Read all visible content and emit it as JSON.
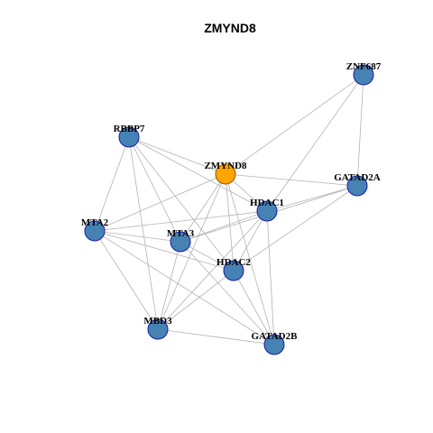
{
  "title": "ZMYND8",
  "colors": {
    "node_fill": "#4682b4",
    "node_border": "#1a1aa8",
    "focus_fill": "#ffa500",
    "focus_border": "#8b5a00",
    "edge": "#b3b3b3"
  },
  "focus_node": "ZMYND8",
  "nodes": [
    {
      "id": "ZNF687",
      "label": "ZNF687"
    },
    {
      "id": "RBBP7",
      "label": "RBBP7"
    },
    {
      "id": "ZMYND8",
      "label": "ZMYND8"
    },
    {
      "id": "GATAD2A",
      "label": "GATAD2A"
    },
    {
      "id": "HDAC1",
      "label": "HDAC1"
    },
    {
      "id": "MTA2",
      "label": "MTA2"
    },
    {
      "id": "MTA3",
      "label": "MTA3"
    },
    {
      "id": "HDAC2",
      "label": "HDAC2"
    },
    {
      "id": "MBD3",
      "label": "MBD3"
    },
    {
      "id": "GATAD2B",
      "label": "GATAD2B"
    }
  ],
  "edges": [
    [
      "ZNF687",
      "ZMYND8"
    ],
    [
      "ZNF687",
      "GATAD2A"
    ],
    [
      "ZNF687",
      "HDAC1"
    ],
    [
      "RBBP7",
      "ZMYND8"
    ],
    [
      "RBBP7",
      "HDAC1"
    ],
    [
      "RBBP7",
      "MTA2"
    ],
    [
      "RBBP7",
      "MTA3"
    ],
    [
      "RBBP7",
      "HDAC2"
    ],
    [
      "RBBP7",
      "MBD3"
    ],
    [
      "ZMYND8",
      "GATAD2A"
    ],
    [
      "ZMYND8",
      "HDAC1"
    ],
    [
      "ZMYND8",
      "MTA2"
    ],
    [
      "ZMYND8",
      "MTA3"
    ],
    [
      "ZMYND8",
      "HDAC2"
    ],
    [
      "ZMYND8",
      "MBD3"
    ],
    [
      "ZMYND8",
      "GATAD2B"
    ],
    [
      "GATAD2A",
      "HDAC1"
    ],
    [
      "GATAD2A",
      "MTA3"
    ],
    [
      "GATAD2A",
      "HDAC2"
    ],
    [
      "HDAC1",
      "MTA2"
    ],
    [
      "HDAC1",
      "MTA3"
    ],
    [
      "HDAC1",
      "HDAC2"
    ],
    [
      "HDAC1",
      "MBD3"
    ],
    [
      "HDAC1",
      "GATAD2B"
    ],
    [
      "MTA2",
      "MTA3"
    ],
    [
      "MTA2",
      "HDAC2"
    ],
    [
      "MTA2",
      "MBD3"
    ],
    [
      "MTA2",
      "GATAD2B"
    ],
    [
      "MTA3",
      "HDAC2"
    ],
    [
      "MTA3",
      "MBD3"
    ],
    [
      "MTA3",
      "GATAD2B"
    ],
    [
      "HDAC2",
      "MBD3"
    ],
    [
      "HDAC2",
      "GATAD2B"
    ],
    [
      "MBD3",
      "GATAD2B"
    ]
  ]
}
